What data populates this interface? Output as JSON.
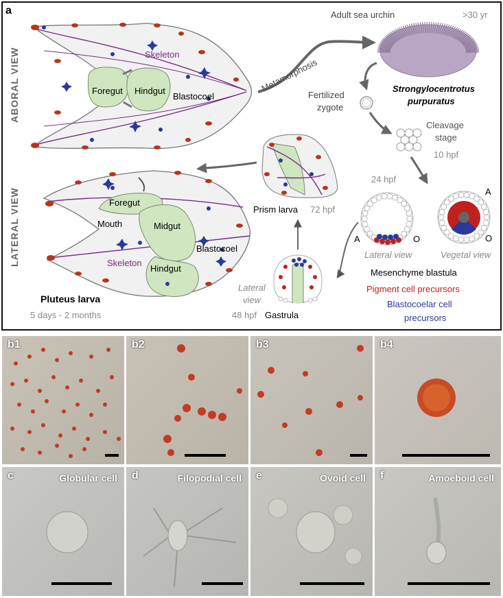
{
  "panel_a": {
    "label": "a",
    "views": {
      "aboral": "ABORAL VIEW",
      "lateral": "LATERAL VIEW"
    },
    "aboral": {
      "foregut": "Foregut",
      "hindgut": "Hindgut",
      "blastocoel": "Blastocoel",
      "skeleton": "Skeleton"
    },
    "lateral": {
      "foregut": "Foregut",
      "midgut": "Midgut",
      "hindgut": "Hindgut",
      "mouth": "Mouth",
      "blastocoel": "Blastocoel",
      "skeleton": "Skeleton"
    },
    "pluteus": {
      "name": "Pluteus larva",
      "age": "5 days - 2 months"
    },
    "adult": {
      "title": "Adult sea urchin",
      "age": ">30 yr",
      "species_line1": "Strongylocentrotus",
      "species_line2": "purpuratus"
    },
    "metamorphosis": "Metamorphosis",
    "zygote": {
      "line1": "Fertilized",
      "line2": "zygote"
    },
    "cleavage": {
      "line1": "Cleavage",
      "line2": "stage",
      "time": "10 hpf"
    },
    "blastula": {
      "time": "24 hpf",
      "a_left": "A",
      "o_left": "O",
      "a_right": "A",
      "o_right": "O",
      "lateral_view": "Lateral view",
      "vegetal_view": "Vegetal view",
      "name": "Mesenchyme blastula",
      "pigment": "Pigment cell precursors",
      "blastocoelar_line1": "Blastocoelar cell",
      "blastocoelar_line2": "precursors"
    },
    "gastrula": {
      "view_line1": "Lateral",
      "view_line2": "view",
      "time": "48 hpf",
      "name": "Gastrula"
    },
    "prism": {
      "name": "Prism larva",
      "time": "72 hpf"
    }
  },
  "panels_b": [
    {
      "label": "b1"
    },
    {
      "label": "b2"
    },
    {
      "label": "b3"
    },
    {
      "label": "b4"
    }
  ],
  "panels_cf": [
    {
      "label": "c",
      "title": "Globular cell"
    },
    {
      "label": "d",
      "title": "Filopodial cell"
    },
    {
      "label": "e",
      "title": "Ovoid cell"
    },
    {
      "label": "f",
      "title": "Amoeboid cell"
    }
  ],
  "colors": {
    "pigment": "#c0201e",
    "blastocoelar": "#2a3a9a",
    "skeleton": "#7a2a8a",
    "gut": "#cfe6c0",
    "body": "#f1f1f1"
  }
}
